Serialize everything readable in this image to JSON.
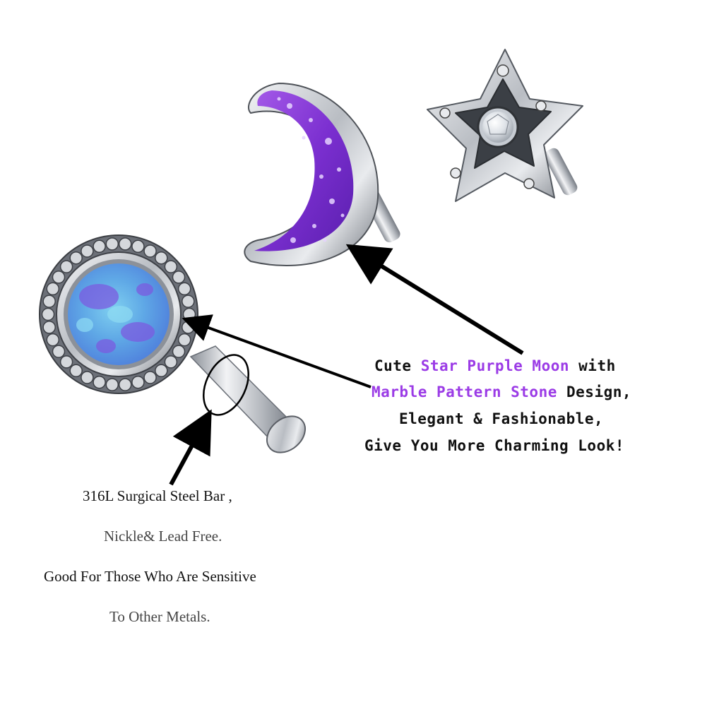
{
  "colors": {
    "highlight": "#9b3be6",
    "steel": "#c9ccd1",
    "steel_dark": "#5b5f66",
    "opal_blue": "#68b8e8",
    "opal_purple": "#7b5be0",
    "moon_purple": "#8a3fd8",
    "arrow": "#000000",
    "text_dark": "#111111",
    "text_gray": "#444444"
  },
  "feature_caption": {
    "line1": {
      "w1": "Cute ",
      "hl1": "Star Purple Moon",
      "w2": " with"
    },
    "line2": {
      "hl1": "Marble Pattern Stone",
      "w1": " Design,"
    },
    "line3": "Elegant & Fashionable,",
    "line4": "Give You More Charming Look!"
  },
  "material_caption": {
    "line1": "316L Surgical Steel Bar ,",
    "line2": "Nickle& Lead Free.",
    "line3": "Good For Those Who Are Sensitive",
    "line4": "To Other Metals."
  },
  "products": [
    {
      "name": "opal-round-stud",
      "icon": "opal-stud-illustration"
    },
    {
      "name": "purple-moon-stud",
      "icon": "moon-stud-illustration"
    },
    {
      "name": "cz-star-stud",
      "icon": "star-stud-illustration"
    }
  ]
}
